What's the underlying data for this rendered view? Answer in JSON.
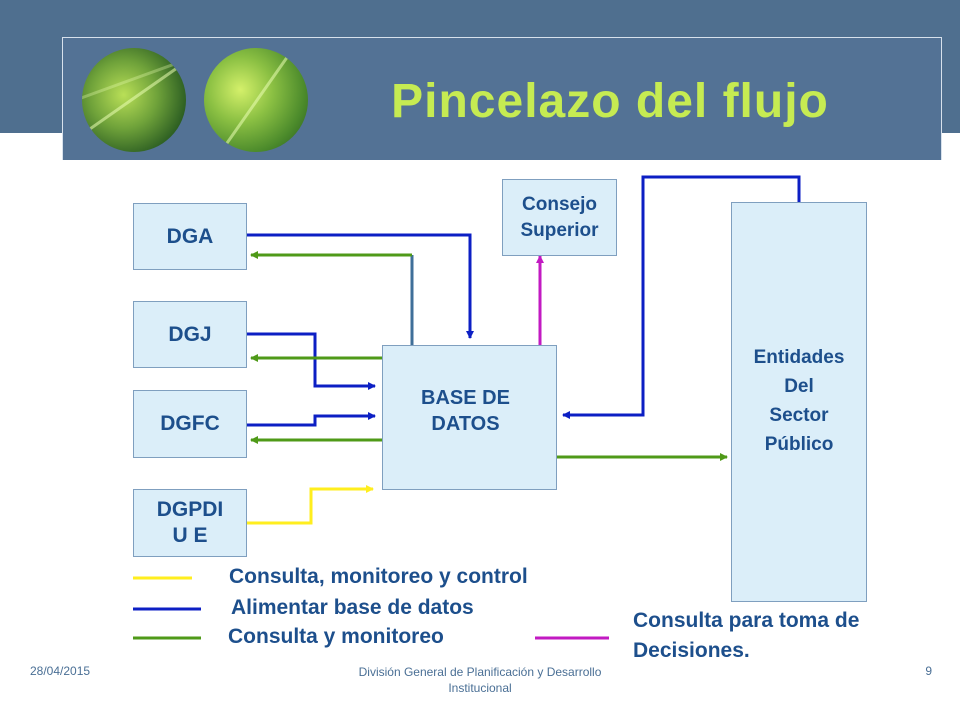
{
  "slide": {
    "title": "Pincelazo del flujo"
  },
  "boxes": {
    "dga": "DGA",
    "dgj": "DGJ",
    "dgfc": "DGFC",
    "dgpdiue_line1": "DGPDI",
    "dgpdiue_line2": "U E",
    "base_line1": "BASE DE",
    "base_line2": "DATOS",
    "consejo_line1": "Consejo",
    "consejo_line2": "Superior",
    "entidades_line1": "Entidades",
    "entidades_line2": "Del",
    "entidades_line3": "Sector",
    "entidades_line4": "Público"
  },
  "legend": {
    "yellow_label": "Consulta, monitoreo y control",
    "blue_label": "Alimentar base de datos",
    "green_label": "Consulta y monitoreo",
    "magenta_label_line1": "Consulta para toma de",
    "magenta_label_line2": "Decisiones."
  },
  "colors": {
    "yellow": "#ffee1e",
    "blue": "#0c1fc4",
    "green": "#4f9a18",
    "magenta": "#c21ac2",
    "title": "#c6eb52"
  },
  "footer": {
    "date": "28/04/2015",
    "org_line1": "División General de Planificación y Desarrollo",
    "org_line2": "Institucional",
    "page": "9"
  }
}
